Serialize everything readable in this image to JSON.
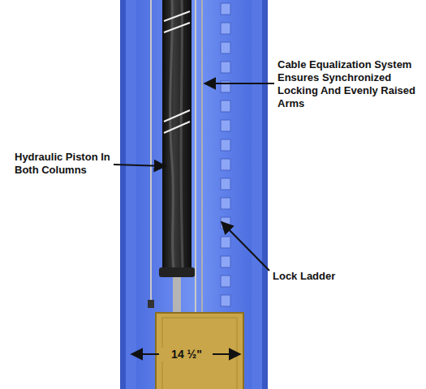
{
  "diagram": {
    "labels": [
      "Cable Equalization System Ensures Synchronized Locking And Evenly Raised Arms",
      "Hydraulic Piston In Both Columns",
      "Lock Ladder",
      "14 ½\""
    ]
  }
}
